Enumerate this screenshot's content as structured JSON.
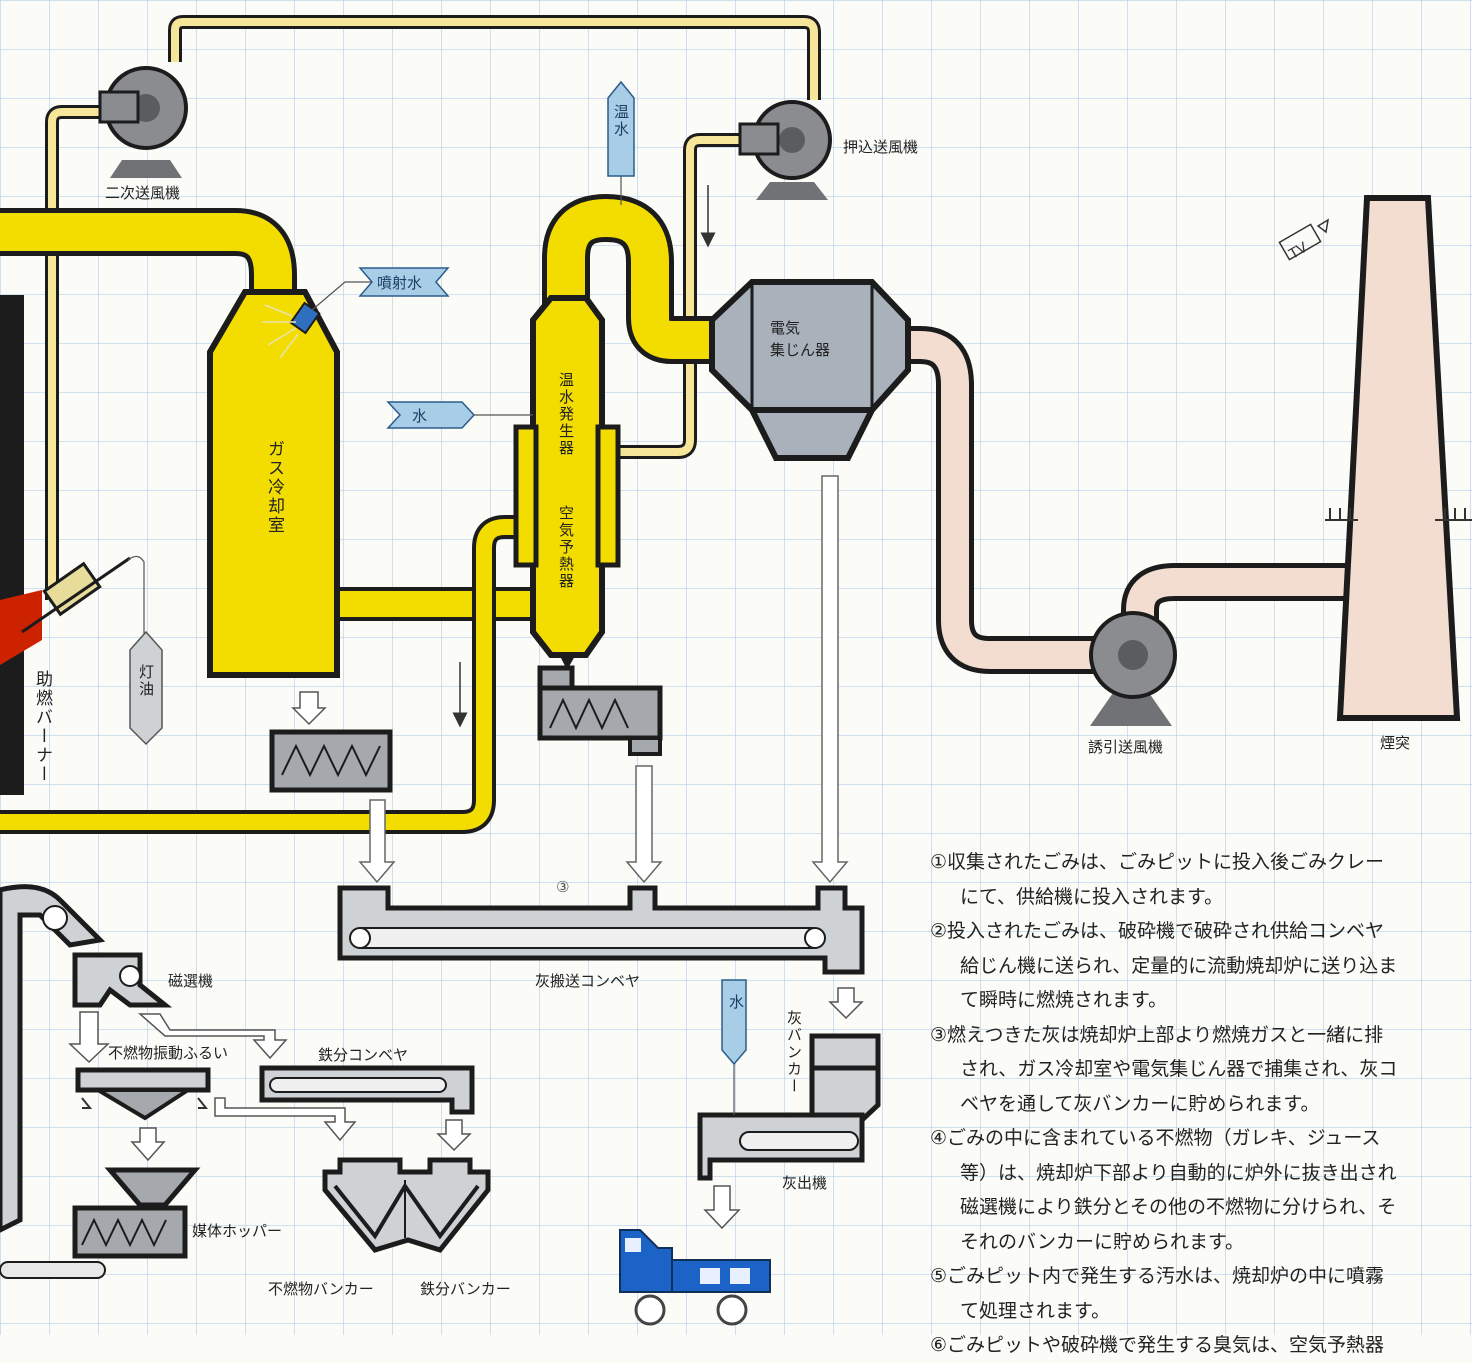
{
  "labels": {
    "secondary_fan": "二次送風機",
    "forced_fan": "押込送風機",
    "hot_water_out": "温水",
    "spray_water": "噴射水",
    "gas_cooling": "ガス冷却室",
    "water_in": "水",
    "hot_water_gen": "温水発生器",
    "air_preheater": "空気予熱器",
    "esp": "電気集じん器",
    "tv": "TV",
    "induced_fan": "誘引送風機",
    "chimney": "煙突",
    "burner": "助燃バーナー",
    "kerosene": "灯油",
    "circle_3": "③",
    "ash_conveyor": "灰搬送コンベヤ",
    "magnet": "磁選機",
    "sieve": "不燃物振動ふるい",
    "iron_conveyor": "鉄分コンベヤ",
    "water2": "水",
    "ash_bunker": "灰バンカー",
    "ash_out": "灰出機",
    "media_hopper": "媒体ホッパー",
    "noncomb_bunker": "不燃物バンカー",
    "iron_bunker": "鉄分バンカー"
  },
  "notes": [
    {
      "text": "①収集されたごみは、ごみピットに投入後ごみクレー",
      "indent": false
    },
    {
      "text": "にて、供給機に投入されます。",
      "indent": true
    },
    {
      "text": "②投入されたごみは、破砕機で破砕され供給コンベヤ",
      "indent": false
    },
    {
      "text": "給じん機に送られ、定量的に流動焼却炉に送り込ま",
      "indent": true
    },
    {
      "text": "て瞬時に燃焼されます。",
      "indent": true
    },
    {
      "text": "③燃えつきた灰は焼却炉上部より燃焼ガスと一緒に排",
      "indent": false
    },
    {
      "text": "され、ガス冷却室や電気集じん器で捕集され、灰コ",
      "indent": true
    },
    {
      "text": "ベヤを通して灰バンカーに貯められます。",
      "indent": true
    },
    {
      "text": "④ごみの中に含まれている不燃物（ガレキ、ジュース",
      "indent": false
    },
    {
      "text": "等）は、焼却炉下部より自動的に炉外に抜き出され",
      "indent": true
    },
    {
      "text": "磁選機により鉄分とその他の不燃物に分けられ、そ",
      "indent": true
    },
    {
      "text": "それのバンカーに貯められます。",
      "indent": true
    },
    {
      "text": "⑤ごみピット内で発生する汚水は、焼却炉の中に噴霧",
      "indent": false
    },
    {
      "text": "て処理されます。",
      "indent": true
    },
    {
      "text": "⑥ごみピットや破砕機で発生する臭気は、空気予熱器",
      "indent": false
    }
  ],
  "colors": {
    "flue_gas": "#f3dc00",
    "air_duct": "#f6e69a",
    "clean_gas": "#f3ddd0",
    "equipment": "#8a8c90",
    "esp_body": "#a9b1bb",
    "water_tag": "#a8cde6",
    "truck": "#1c63c8",
    "grid": "#b8d0ec"
  }
}
